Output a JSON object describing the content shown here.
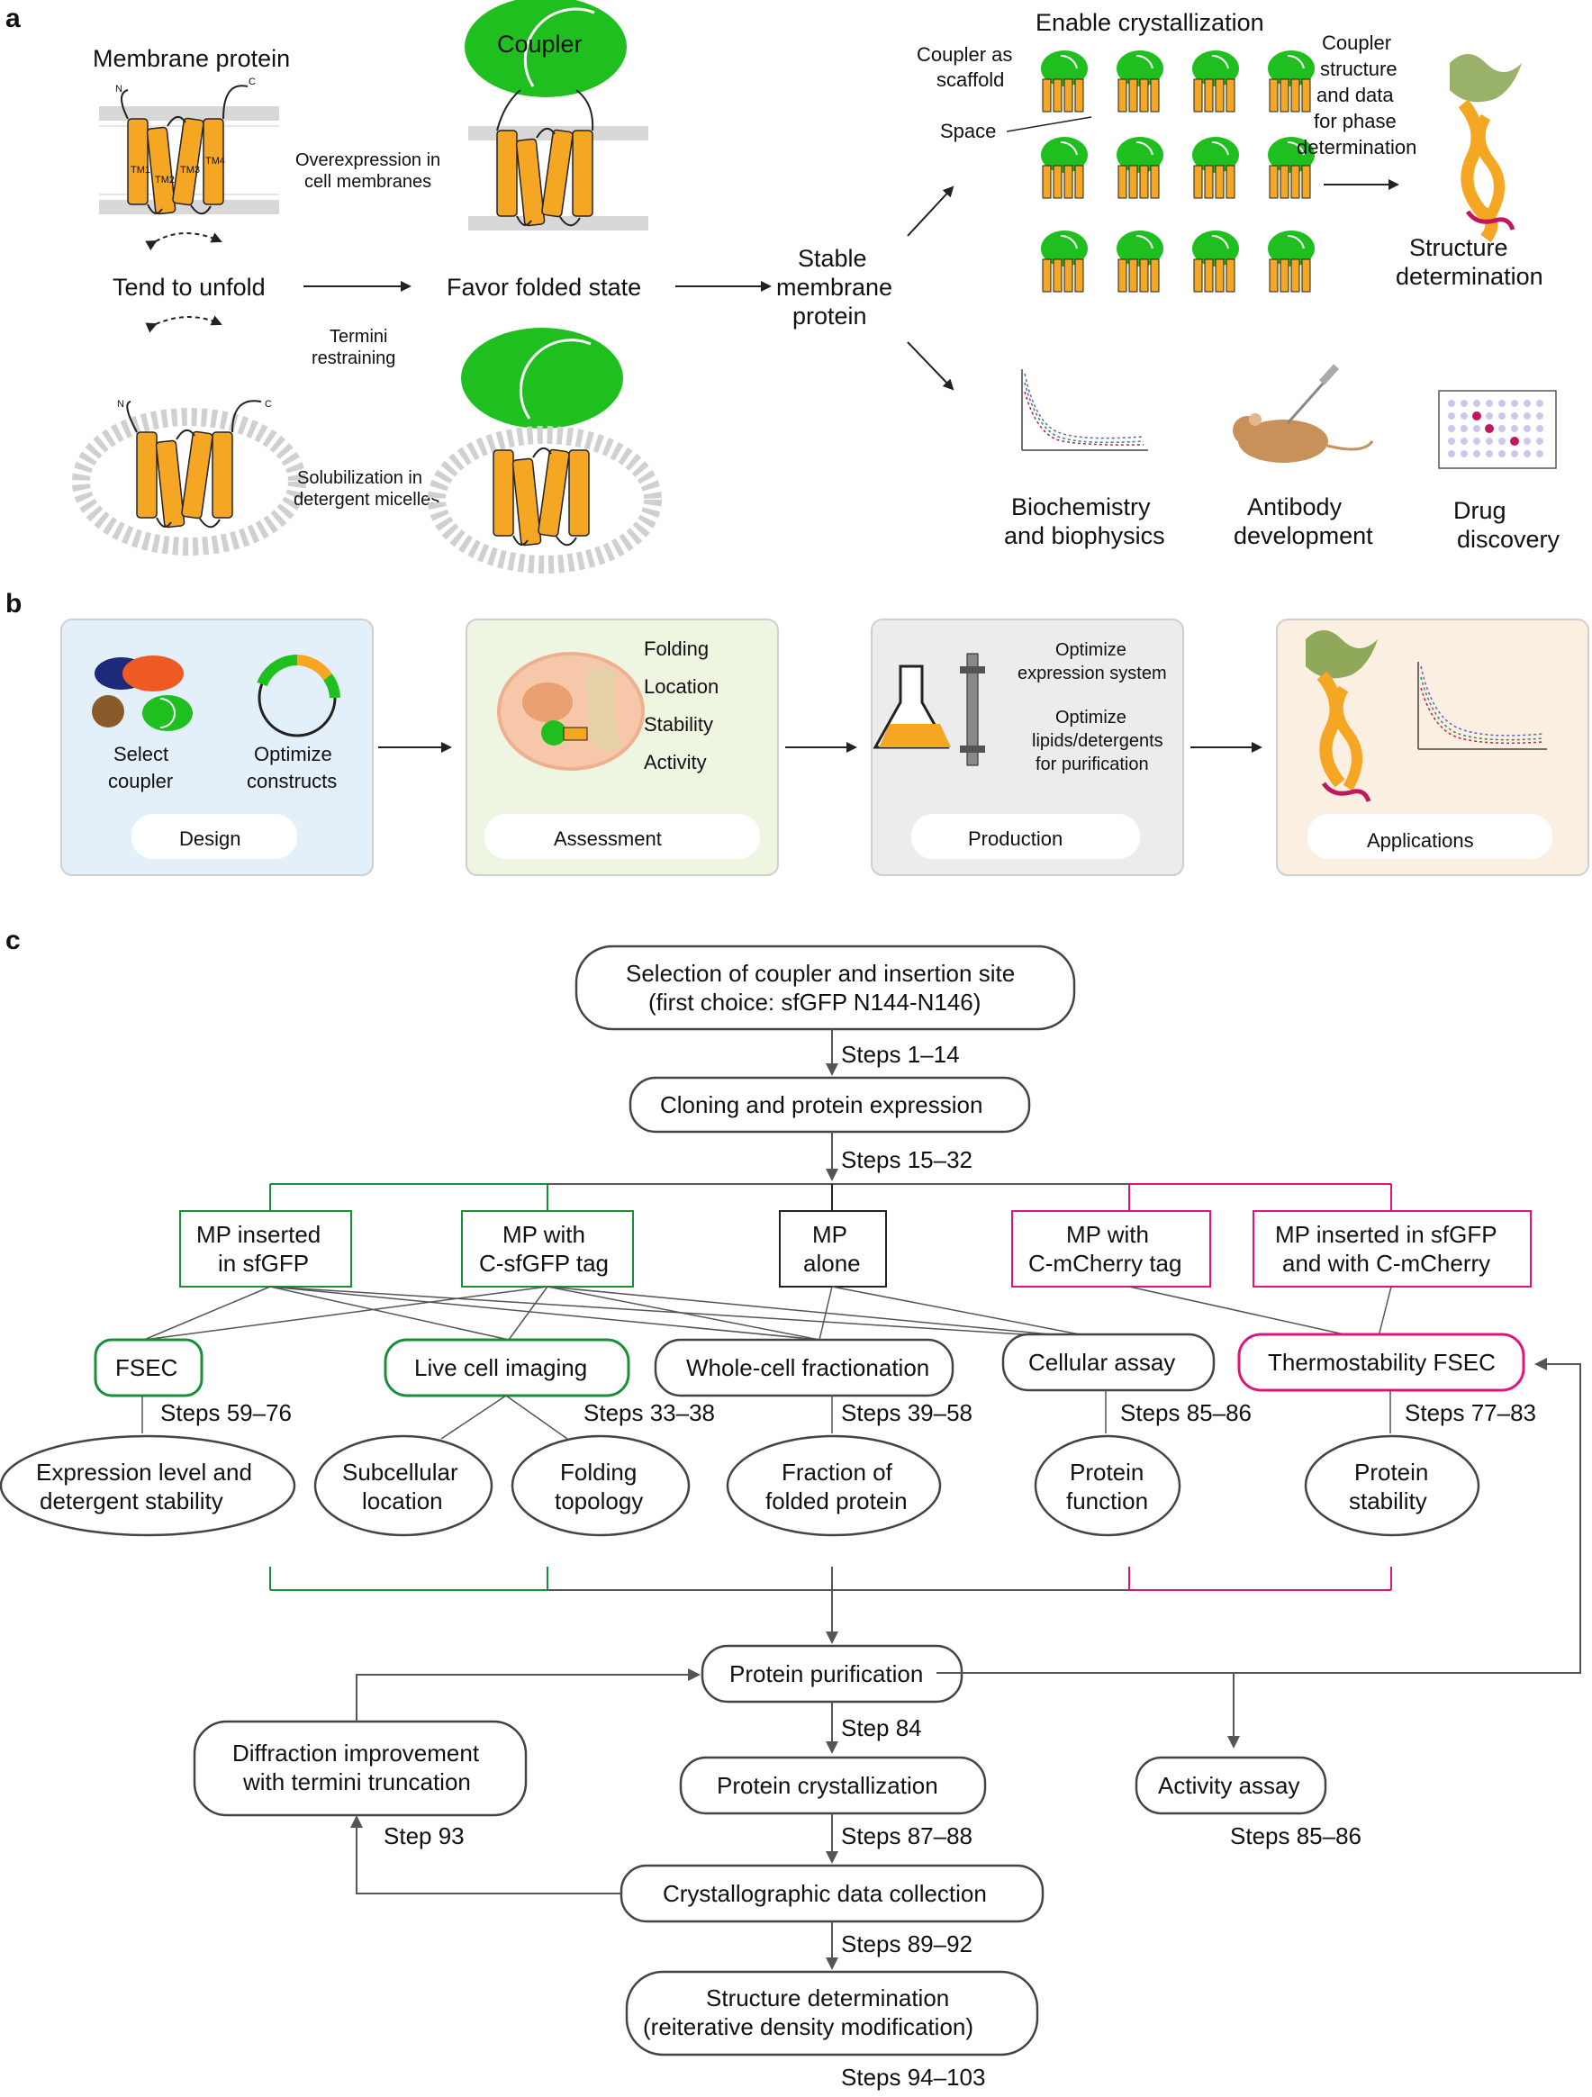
{
  "panels": {
    "a": "a",
    "b": "b",
    "c": "c"
  },
  "a": {
    "membrane_protein": "Membrane protein",
    "coupler": "Coupler",
    "overexpression": [
      "Overexpression in",
      "cell membranes"
    ],
    "tend_to_unfold": "Tend to unfold",
    "favor_folded": "Favor folded state",
    "termini": [
      "Termini",
      "restraining"
    ],
    "solubilization": [
      "Solubilization in",
      "detergent micelles"
    ],
    "stable": [
      "Stable",
      "membrane",
      "protein"
    ],
    "enable_crystallization": "Enable crystallization",
    "coupler_scaffold": [
      "Coupler as",
      "scaffold"
    ],
    "space": "Space",
    "coupler_structure": [
      "Coupler",
      "structure",
      "and data",
      "for phase",
      "determination"
    ],
    "structure_det": [
      "Structure",
      "determination"
    ],
    "biochem": [
      "Biochemistry",
      "and biophysics"
    ],
    "antibody": [
      "Antibody",
      "development"
    ],
    "drug": [
      "Drug",
      "discovery"
    ],
    "n_label": "N",
    "c_label": "C",
    "tm_labels": [
      "TM1",
      "TM2",
      "TM3",
      "TM4"
    ]
  },
  "b": {
    "select_coupler": [
      "Select",
      "coupler"
    ],
    "optimize_constructs": [
      "Optimize",
      "constructs"
    ],
    "design": "Design",
    "assessment_items": [
      "Folding",
      "Location",
      "Stability",
      "Activity"
    ],
    "assessment": "Assessment",
    "opt_expression": [
      "Optimize",
      "expression system"
    ],
    "opt_lipids": [
      "Optimize",
      "lipids/detergents",
      "for purification"
    ],
    "production": "Production",
    "applications": "Applications"
  },
  "c": {
    "selection": [
      "Selection of coupler and insertion site",
      "(first choice: sfGFP N144-N146)"
    ],
    "steps_1_14": "Steps 1–14",
    "cloning": "Cloning and protein expression",
    "steps_15_32": "Steps 15–32",
    "mp_inserted": [
      "MP inserted",
      "in sfGFP"
    ],
    "mp_csfgfp": [
      "MP with",
      "C-sfGFP tag"
    ],
    "mp_alone": [
      "MP",
      "alone"
    ],
    "mp_cmcherry": [
      "MP with",
      "C-mCherry tag"
    ],
    "mp_both": [
      "MP inserted in sfGFP",
      "and with C-mCherry"
    ],
    "fsec": "FSEC",
    "live_cell": "Live cell imaging",
    "whole_cell": "Whole-cell fractionation",
    "cellular_assay": "Cellular assay",
    "thermo_fsec": "Thermostability FSEC",
    "steps_59_76": "Steps 59–76",
    "steps_33_38": "Steps 33–38",
    "steps_39_58": "Steps 39–58",
    "steps_85_86": "Steps 85–86",
    "steps_77_83": "Steps 77–83",
    "expression_level": [
      "Expression level and",
      "detergent stability"
    ],
    "subcellular": [
      "Subcellular",
      "location"
    ],
    "folding_topology": [
      "Folding",
      "topology"
    ],
    "fraction_folded": [
      "Fraction of",
      "folded protein"
    ],
    "protein_function": [
      "Protein",
      "function"
    ],
    "protein_stability": [
      "Protein",
      "stability"
    ],
    "purification": "Protein purification",
    "diffraction": [
      "Diffraction improvement",
      "with termini truncation"
    ],
    "step_84": "Step 84",
    "crystallization": "Protein crystallization",
    "activity_assay": "Activity assay",
    "step_93": "Step 93",
    "steps_87_88": "Steps 87–88",
    "steps_85_86b": "Steps 85–86",
    "data_collection": "Crystallographic data collection",
    "steps_89_92": "Steps 89–92",
    "structure_determination": [
      "Structure determination",
      "(reiterative density modification)"
    ],
    "steps_94_103": "Steps 94–103"
  },
  "colors": {
    "orange": "#f5a623",
    "green": "#1fbf1f",
    "magenta": "#e0147a",
    "flow_green": "#1a8f3a",
    "design_bg": "#e3f0fa",
    "assessment_bg": "#eef6e2",
    "production_bg": "#ececec",
    "applications_bg": "#fbefe2"
  }
}
